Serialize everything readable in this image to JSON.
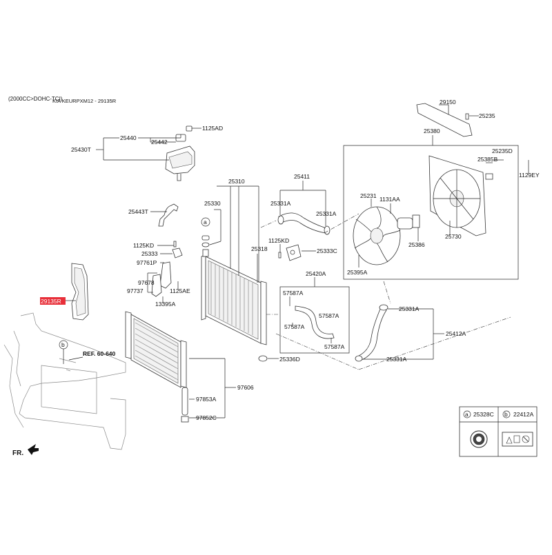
{
  "header": {
    "engine_label": "(2000CC>DOHC-TCI)",
    "diagram_ref": "KIA KEURPXM12 - 29135R"
  },
  "callouts": {
    "p1125AD": "1125AD",
    "p25440": "25440",
    "p25442": "25442",
    "p25430T": "25430T",
    "p25443T": "25443T",
    "p25310": "25310",
    "p25330": "25330",
    "p25318": "25318",
    "p25411": "25411",
    "p25331A_top_l": "25331A",
    "p25331A_top_r": "25331A",
    "p1125KD_mid": "1125KD",
    "p25333C": "25333C",
    "p1125KD_left": "1125KD",
    "p25333": "25333",
    "p97761P": "97761P",
    "p97678": "97678",
    "p97737": "97737",
    "p1125AE": "1125AE",
    "p13395A": "13395A",
    "p29135R": "29135R",
    "p25420A": "25420A",
    "p57587A_1": "57587A",
    "p57587A_2": "57587A",
    "p57587A_3": "57587A",
    "p57587A_4": "57587A",
    "p25336D": "25336D",
    "p97606": "97606",
    "p97853A": "97853A",
    "p97852C": "97852C",
    "p29150": "29150",
    "p25235": "25235",
    "p25380": "25380",
    "p25235D": "25235D",
    "p25385B": "25385B",
    "p1129EY": "1129EY",
    "p25231": "25231",
    "p1131AA": "1131AA",
    "p25386": "25386",
    "p25730": "25730",
    "p25395A": "25395A",
    "p25331A_r1": "25331A",
    "p25412A": "25412A",
    "p25331A_r2": "25331A",
    "ref_label": "REF. 60-640",
    "fr_label": "FR.",
    "circle_a": "a",
    "circle_b": "b"
  },
  "legend": {
    "a_letter": "a",
    "a_part": "25328C",
    "b_letter": "b",
    "b_part": "22412A"
  },
  "colors": {
    "highlight": "#e8303a",
    "line": "#222222",
    "body_outline": "#888888"
  }
}
